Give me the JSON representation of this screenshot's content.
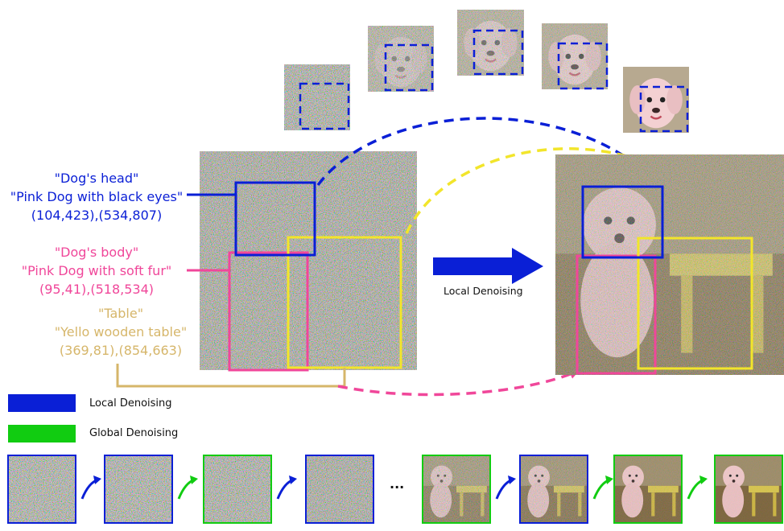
{
  "regions": [
    {
      "name": "\"Dog's head\"",
      "prompt": "\"Pink Dog with black eyes\"",
      "coords": "(104,423),(534,807)",
      "color": "#0a1fd6"
    },
    {
      "name": "\"Dog's body\"",
      "prompt": "\"Pink Dog with soft fur\"",
      "coords": "(95,41),(518,534)",
      "color": "#f0479a"
    },
    {
      "name": "\"Table\"",
      "prompt": "\"Yello wooden table\"",
      "coords": "(369,81),(854,663)",
      "color": "#d6b66a"
    }
  ],
  "main_arrow_label": "Local Denoising",
  "legend": [
    {
      "label": "Local Denoising",
      "color": "#0a1fd6"
    },
    {
      "label": "Global Denoising",
      "color": "#11cc11"
    }
  ],
  "sequence_ellipsis": "...",
  "sequence": [
    {
      "type": "local",
      "noise": 1.0
    },
    {
      "type": "local",
      "noise": 0.95
    },
    {
      "type": "global",
      "noise": 0.9
    },
    {
      "type": "local",
      "noise": 0.85
    },
    {
      "type": "global",
      "noise": 0.45
    },
    {
      "type": "local",
      "noise": 0.35
    },
    {
      "type": "global",
      "noise": 0.15
    },
    {
      "type": "global",
      "noise": 0.08
    }
  ],
  "colors": {
    "local": "#0a1fd6",
    "global": "#11cc11",
    "table_box": "#f2e52b",
    "table_text": "#d6b66a",
    "body_box": "#f0479a",
    "head_box": "#0a1fd6"
  }
}
